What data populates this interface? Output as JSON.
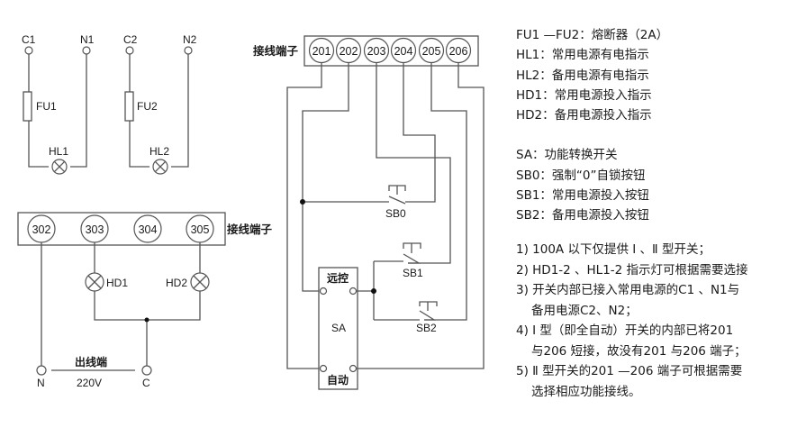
{
  "diagram": {
    "source_circuit": {
      "terminals": [
        "C1",
        "N1",
        "C2",
        "N2"
      ],
      "fuses": [
        "FU1",
        "FU2"
      ],
      "lamps": [
        "HL1",
        "HL2"
      ]
    },
    "output_block": {
      "title": "接线端子",
      "terminals": [
        "302",
        "303",
        "304",
        "305"
      ],
      "lamps": [
        "HD1",
        "HD2"
      ],
      "output_label": "出线端",
      "voltage": "220V",
      "bottom_terminals": [
        "N",
        "C"
      ]
    },
    "control_block": {
      "title": "接线端子",
      "terminals": [
        "201",
        "202",
        "203",
        "204",
        "205",
        "206"
      ],
      "buttons": [
        "SB0",
        "SB1",
        "SB2"
      ],
      "switch": {
        "name": "SA",
        "top_label": "远控",
        "bottom_label": "自动"
      }
    }
  },
  "legend": [
    "FU1 —FU2：熔断器（2A）",
    "HL1：常用电源有电指示",
    "HL2：备用电源有电指示",
    "HD1：常用电源投入指示",
    "HD2：备用电源投入指示",
    "",
    "SA：功能转换开关",
    "SB0：强制“0”自锁按钮",
    "SB1：常用电源投入按钮",
    "SB2：备用电源投入按钮"
  ],
  "notes": [
    {
      "text": "1) 100A 以下仅提供 Ⅰ 、Ⅱ 型开关；",
      "indent": false
    },
    {
      "text": "2) HD1-2 、HL1-2 指示灯可根据需要选接",
      "indent": false
    },
    {
      "text": "3) 开关内部已接入常用电源的C1 、N1与",
      "indent": false
    },
    {
      "text": "备用电源C2、N2；",
      "indent": true
    },
    {
      "text": "4) Ⅰ 型（即全自动）开关的内部已将201",
      "indent": false
    },
    {
      "text": "与206 短接，故没有201 与206 端子；",
      "indent": true
    },
    {
      "text": "5) Ⅱ 型开关的201 —206 端子可根据需要",
      "indent": false
    },
    {
      "text": "选择相应功能接线。",
      "indent": true
    }
  ]
}
